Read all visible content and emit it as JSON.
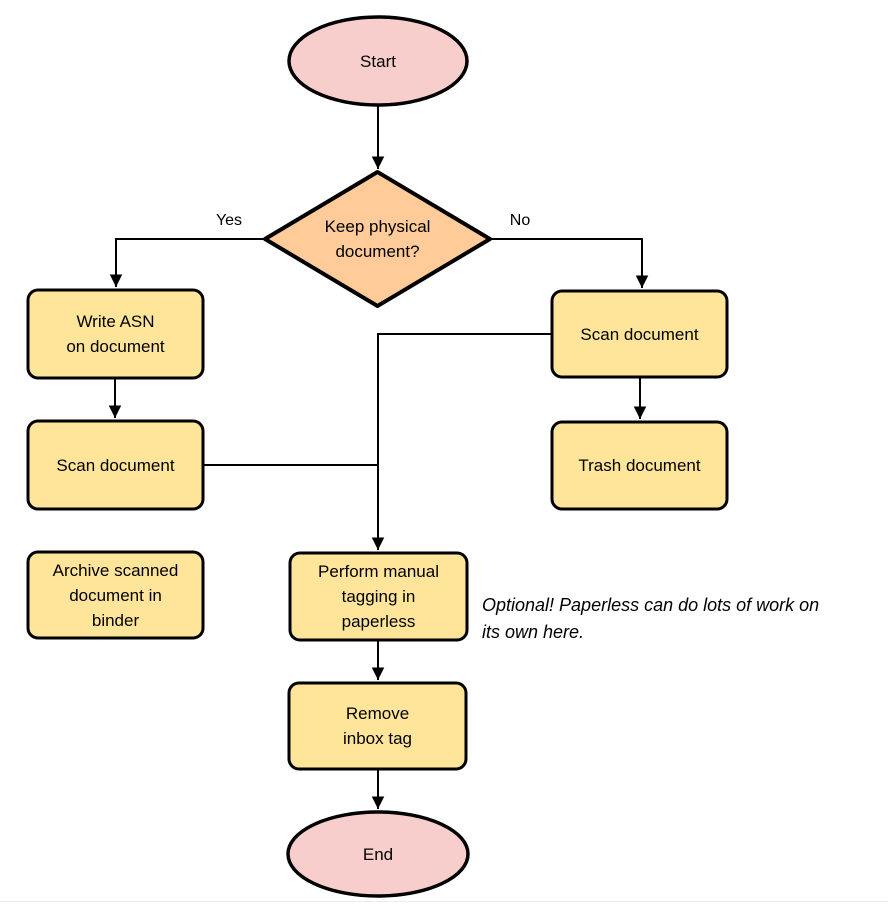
{
  "diagram": {
    "colors": {
      "terminal_fill": "#f8cecc",
      "decision_fill": "#ffcc99",
      "process_fill": "#ffe599",
      "stroke": "#000000",
      "background": "#ffffff"
    },
    "nodes": {
      "start": {
        "label": "Start",
        "type": "terminal"
      },
      "decision": {
        "label": "Keep physical\ndocument?",
        "type": "decision"
      },
      "write_asn": {
        "label": "Write ASN\non document",
        "type": "process"
      },
      "scan_left": {
        "label": "Scan document",
        "type": "process"
      },
      "archive": {
        "label": "Archive scanned\ndocument in\nbinder",
        "type": "process"
      },
      "scan_right": {
        "label": "Scan document",
        "type": "process"
      },
      "trash": {
        "label": "Trash document",
        "type": "process"
      },
      "tagging": {
        "label": "Perform manual\ntagging in\npaperless",
        "type": "process"
      },
      "remove_inbox": {
        "label": "Remove\ninbox tag",
        "type": "process"
      },
      "end": {
        "label": "End",
        "type": "terminal"
      }
    },
    "edge_labels": {
      "yes": "Yes",
      "no": "No"
    },
    "note": {
      "text": "Optional! Paperless can do lots of work on\nits own here."
    }
  }
}
